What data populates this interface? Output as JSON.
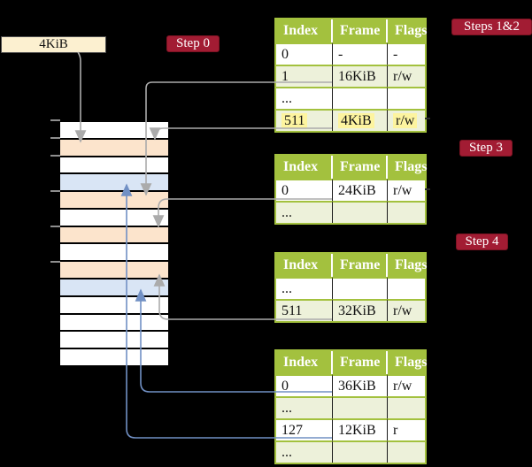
{
  "pointer_box": {
    "label": "4KiB"
  },
  "step_badges": {
    "step0": "Step 0",
    "steps12": "Steps 1&2",
    "step3": "Step 3",
    "step4": "Step 4"
  },
  "memory": {
    "frame_kinds": [
      "free",
      "page-table",
      "free",
      "data-page",
      "page-table",
      "free",
      "page-table",
      "free",
      "page-table",
      "data-page",
      "free",
      "free",
      "free",
      "free"
    ]
  },
  "tables": [
    {
      "headers": [
        "Index",
        "Frame",
        "Flags"
      ],
      "rows": [
        {
          "index": "0",
          "frame": "-",
          "flags": "-"
        },
        {
          "index": "1",
          "frame": "16KiB",
          "flags": "r/w"
        },
        {
          "index": "...",
          "frame": "",
          "flags": ""
        },
        {
          "index": "511",
          "frame": "4KiB",
          "flags": "r/w"
        }
      ]
    },
    {
      "headers": [
        "Index",
        "Frame",
        "Flags"
      ],
      "rows": [
        {
          "index": "0",
          "frame": "24KiB",
          "flags": "r/w"
        },
        {
          "index": "...",
          "frame": "",
          "flags": ""
        }
      ]
    },
    {
      "headers": [
        "Index",
        "Frame",
        "Flags"
      ],
      "rows": [
        {
          "index": "...",
          "frame": "",
          "flags": ""
        },
        {
          "index": "511",
          "frame": "32KiB",
          "flags": "r/w"
        }
      ]
    },
    {
      "headers": [
        "Index",
        "Frame",
        "Flags"
      ],
      "rows": [
        {
          "index": "0",
          "frame": "36KiB",
          "flags": "r/w"
        },
        {
          "index": "...",
          "frame": "",
          "flags": ""
        },
        {
          "index": "127",
          "frame": "12KiB",
          "flags": "r"
        },
        {
          "index": "...",
          "frame": "",
          "flags": ""
        }
      ]
    }
  ],
  "colors": {
    "accent_olive": "#a3c13e",
    "row_shade": "#edf1da",
    "highlight_yellow": "#fdf49f",
    "badge_red": "#a21c33",
    "frame_page_table": "#fce4cc",
    "frame_data_page": "#d9e5f5",
    "pointer_box_fill": "#fcf0d0",
    "connector_gray": "#ababab",
    "connector_blue": "#7190c4"
  }
}
